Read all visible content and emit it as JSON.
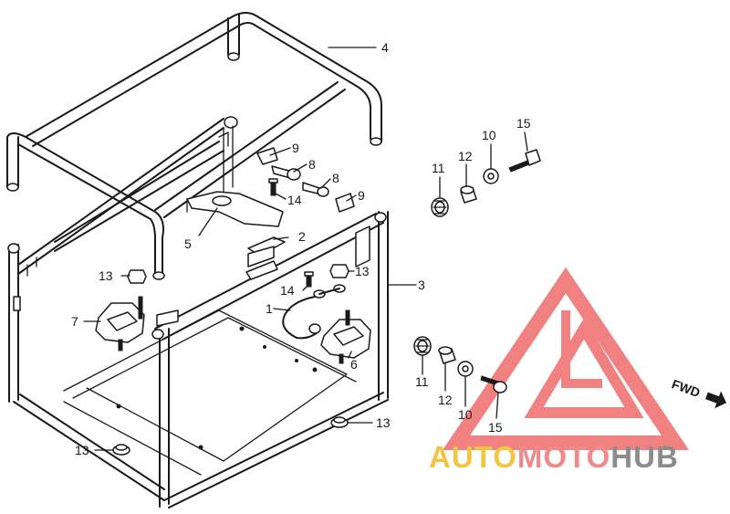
{
  "callouts": [
    {
      "label": "4"
    },
    {
      "label": "9"
    },
    {
      "label": "8"
    },
    {
      "label": "8"
    },
    {
      "label": "9"
    },
    {
      "label": "14"
    },
    {
      "label": "5"
    },
    {
      "label": "2"
    },
    {
      "label": "3"
    },
    {
      "label": "13"
    },
    {
      "label": "13"
    },
    {
      "label": "14"
    },
    {
      "label": "1"
    },
    {
      "label": "7"
    },
    {
      "label": "6"
    },
    {
      "label": "13"
    },
    {
      "label": "13"
    },
    {
      "label": "11"
    },
    {
      "label": "12"
    },
    {
      "label": "10"
    },
    {
      "label": "15"
    },
    {
      "label": "11"
    },
    {
      "label": "12"
    },
    {
      "label": "10"
    },
    {
      "label": "15"
    }
  ],
  "direction_label": "FWD",
  "watermark": {
    "part1": "AUTO",
    "part2": "MOTO",
    "part3": "HUB",
    "colors": {
      "auto": "#f4c542",
      "moto": "#ef8a8a",
      "hub": "#8c8c8c",
      "triangle": "#ef6b6b"
    }
  },
  "colors": {
    "ink": "#1a1a1a",
    "background": "#ffffff"
  }
}
